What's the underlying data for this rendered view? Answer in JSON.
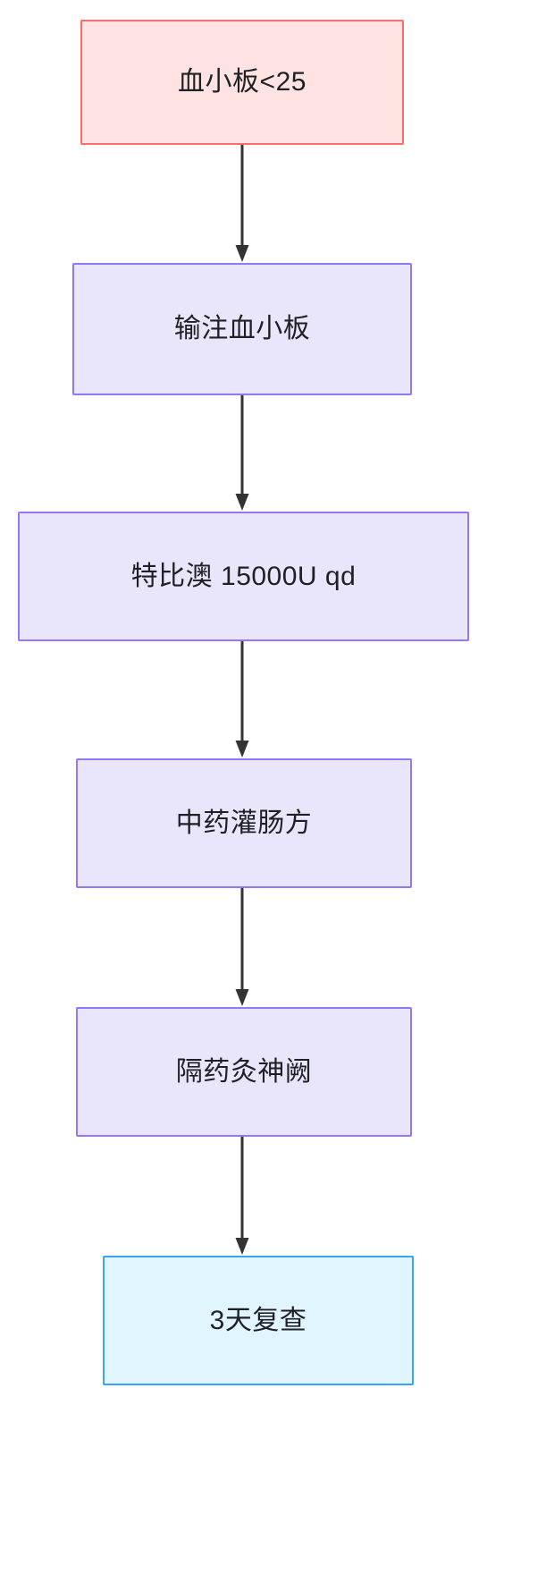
{
  "diagram": {
    "type": "flowchart",
    "orientation": "top-to-bottom",
    "background_color": "#ffffff",
    "nodes": [
      {
        "id": "n1",
        "label": "血小板<25",
        "shape": "rectangle",
        "role": "start",
        "fill_color": "#ffe3e3",
        "border_color": "#ff6b6b",
        "text_color": "#1f2023"
      },
      {
        "id": "n2",
        "label": "输注血小板",
        "shape": "rectangle",
        "role": "process",
        "fill_color": "#e9e5fb",
        "border_color": "#9775fa",
        "text_color": "#1f2023"
      },
      {
        "id": "n3",
        "label": "特比澳 15000U qd",
        "shape": "rectangle",
        "role": "process",
        "fill_color": "#e9e5fb",
        "border_color": "#9775fa",
        "text_color": "#1f2023"
      },
      {
        "id": "n4",
        "label": "中药灌肠方",
        "shape": "rectangle",
        "role": "process",
        "fill_color": "#e9e5fb",
        "border_color": "#9775fa",
        "text_color": "#1f2023"
      },
      {
        "id": "n5",
        "label": "隔药灸神阙",
        "shape": "rectangle",
        "role": "process",
        "fill_color": "#e9e5fb",
        "border_color": "#9775fa",
        "text_color": "#1f2023"
      },
      {
        "id": "n6",
        "label": "3天复查",
        "shape": "rectangle",
        "role": "end",
        "fill_color": "#e1f5fe",
        "border_color": "#39a2fa",
        "text_color": "#1f2023"
      }
    ],
    "edges": [
      {
        "id": "e1",
        "from": "n1",
        "to": "n2",
        "label": "",
        "arrow": "filled-triangle",
        "color": "#333333"
      },
      {
        "id": "e2",
        "from": "n2",
        "to": "n3",
        "label": "",
        "arrow": "filled-triangle",
        "color": "#333333"
      },
      {
        "id": "e3",
        "from": "n3",
        "to": "n4",
        "label": "",
        "arrow": "filled-triangle",
        "color": "#333333"
      },
      {
        "id": "e4",
        "from": "n4",
        "to": "n5",
        "label": "",
        "arrow": "filled-triangle",
        "color": "#333333"
      },
      {
        "id": "e5",
        "from": "n5",
        "to": "n6",
        "label": "",
        "arrow": "filled-triangle",
        "color": "#333333"
      }
    ]
  }
}
